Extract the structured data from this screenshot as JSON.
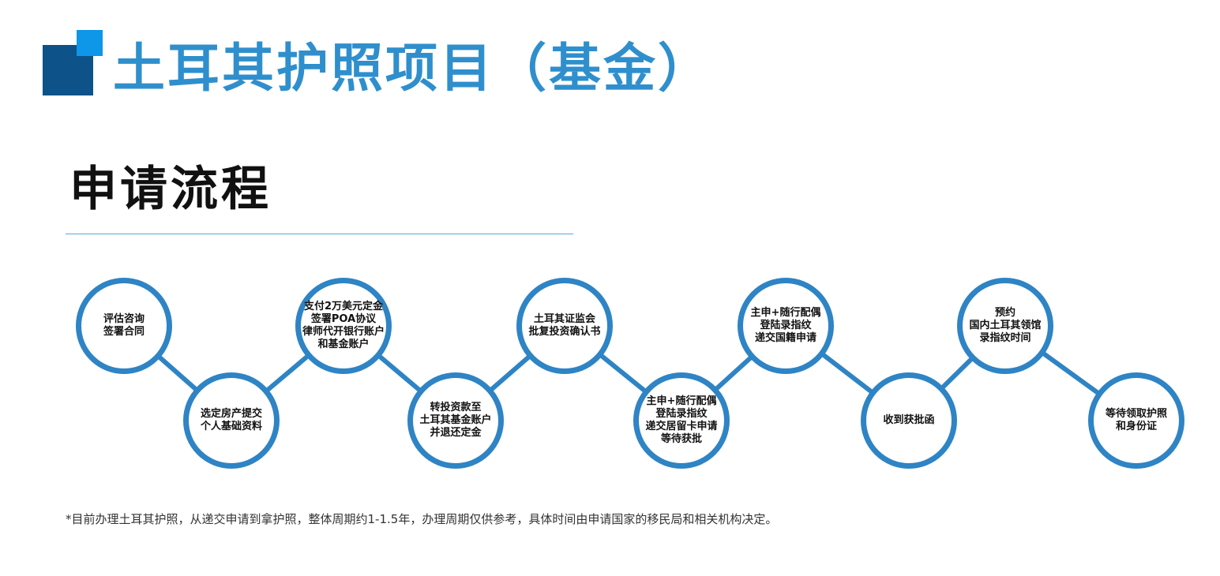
{
  "header": {
    "title": "土耳其护照项目（基金）",
    "logo_colors": {
      "dark": "#0d5289",
      "light": "#0e96e8"
    }
  },
  "section": {
    "title": "申请流程"
  },
  "flow": {
    "accent_color": "#2e84c4",
    "steps": [
      {
        "label": "评估咨询\n签署合同"
      },
      {
        "label": "选定房产提交\n个人基础资料"
      },
      {
        "label": "支付2万美元定金\n签署POA协议\n律师代开银行账户\n和基金账户"
      },
      {
        "label": "转投资款至\n土耳其基金账户\n并退还定金"
      },
      {
        "label": "土耳其证监会\n批复投资确认书"
      },
      {
        "label": "主申+随行配偶\n登陆录指纹\n递交居留卡申请\n等待获批"
      },
      {
        "label": "主申+随行配偶\n登陆录指纹\n递交国籍申请"
      },
      {
        "label": "收到获批函"
      },
      {
        "label": "预约\n国内土耳其领馆\n录指纹时间"
      },
      {
        "label": "等待领取护照\n和身份证"
      }
    ]
  },
  "footnote": "*目前办理土耳其护照，从递交申请到拿护照，整体周期约1-1.5年，办理周期仅供参考，具体时间由申请国家的移民局和相关机构决定。"
}
